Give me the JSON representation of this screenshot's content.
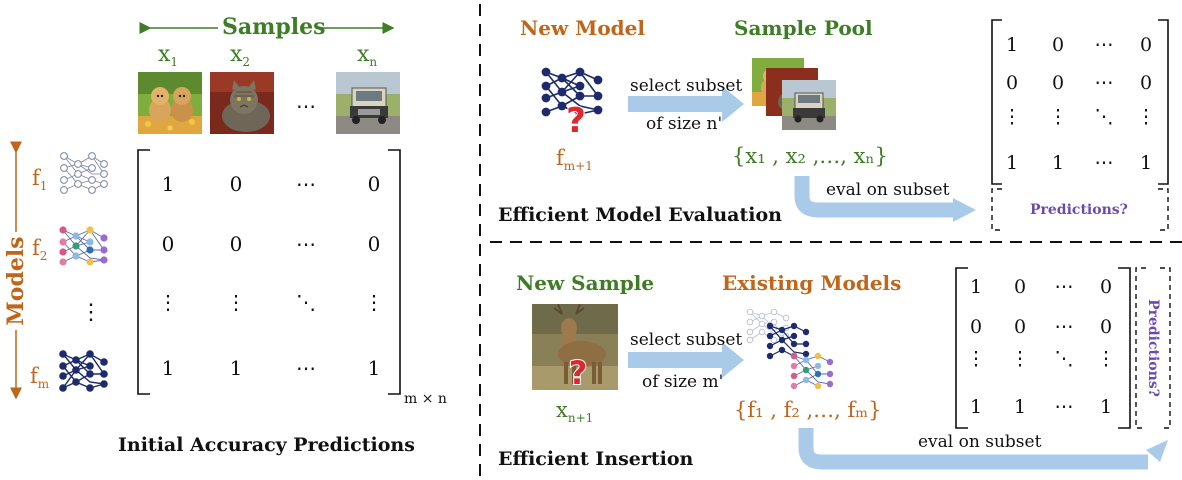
{
  "left": {
    "samples_label": "Samples",
    "models_label": "Models",
    "sample_names": [
      {
        "base": "x",
        "sub": "1"
      },
      {
        "base": "x",
        "sub": "2"
      },
      {
        "base": "x",
        "sub": "n"
      }
    ],
    "sample_dots": "⋯",
    "model_names": [
      {
        "base": "f",
        "sub": "1"
      },
      {
        "base": "f",
        "sub": "2"
      },
      {
        "base": "f",
        "sub": "m"
      }
    ],
    "model_dots": "⋮",
    "matrix": [
      [
        "1",
        "0",
        "⋯",
        "0"
      ],
      [
        "0",
        "0",
        "⋯",
        "0"
      ],
      [
        "⋮",
        "⋮",
        "⋱",
        "⋮"
      ],
      [
        "1",
        "1",
        "⋯",
        "1"
      ]
    ],
    "matrix_size": "m × n",
    "caption": "Initial Accuracy Predictions"
  },
  "top_right": {
    "new_model_label": "New Model",
    "new_model_name": {
      "base": "f",
      "sub": "m+1"
    },
    "arrow_text_line1": "select subset",
    "arrow_text_line2": "of size n'",
    "sample_pool_label": "Sample Pool",
    "subset_expr": "{x₁ , x₂ ,…, xₙ}",
    "eval_text": "eval on subset",
    "predictions_label": "Predictions?",
    "caption": "Efficient Model Evaluation",
    "matrix": [
      [
        "1",
        "0",
        "⋯",
        "0"
      ],
      [
        "0",
        "0",
        "⋯",
        "0"
      ],
      [
        "⋮",
        "⋮",
        "⋱",
        "⋮"
      ],
      [
        "1",
        "1",
        "⋯",
        "1"
      ]
    ]
  },
  "bottom_right": {
    "new_sample_label": "New Sample",
    "new_sample_name": {
      "base": "x",
      "sub": "n+1"
    },
    "arrow_text_line1": "select subset",
    "arrow_text_line2": "of size m'",
    "existing_models_label": "Existing Models",
    "subset_expr": "{f₁ , f₂ ,…, fₘ}",
    "eval_text": "eval on subset",
    "predictions_label": "Predictions?",
    "caption": "Efficient Insertion",
    "matrix": [
      [
        "1",
        "0",
        "⋯",
        "0"
      ],
      [
        "0",
        "0",
        "⋯",
        "0"
      ],
      [
        "⋮",
        "⋮",
        "⋱",
        "⋮"
      ],
      [
        "1",
        "1",
        "⋯",
        "1"
      ]
    ]
  },
  "colors": {
    "green": "#3e7d26",
    "orange": "#c0661a",
    "purple": "#6b4bb0",
    "arrow_blue": "#a9cbe9",
    "network_dark": "#1d2a6b"
  }
}
